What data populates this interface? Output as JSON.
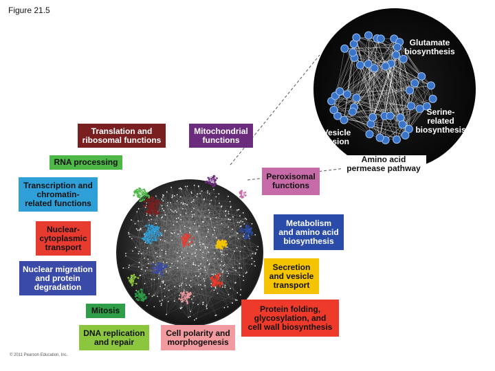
{
  "figure_title": "Figure 21.5",
  "copyright": "© 2011 Pearson Education, Inc.",
  "colors": {
    "translation": "#7a1f1f",
    "mitochondrial": "#6b2c7e",
    "rna_processing": "#4db848",
    "transcription": "#2f9fd8",
    "nuclear_cytoplasmic": "#e83b30",
    "nuclear_migration": "#3a4aa8",
    "mitosis": "#2e9e48",
    "dna_replication": "#8cc63f",
    "cell_polarity": "#f19a9f",
    "peroxisomal": "#c76ba8",
    "metabolism": "#2a4ca8",
    "secretion": "#f5c400",
    "protein_folding": "#ee3a2a",
    "network_dark": "#111111",
    "node_blue": "#3a74c9"
  },
  "labels": {
    "translation": "Translation and ribosomal functions",
    "mitochondrial": "Mitochondrial functions",
    "rna_processing": "RNA processing",
    "transcription": "Transcription and chromatin-\nrelated functions",
    "nuclear_cytoplasmic": "Nuclear-\ncytoplasmic\ntransport",
    "nuclear_migration": "Nuclear migration\nand protein\ndegradation",
    "mitosis": "Mitosis",
    "dna_replication": "DNA replication\nand repair",
    "cell_polarity": "Cell polarity and\nmorphogenesis",
    "peroxisomal": "Peroxisomal\nfunctions",
    "metabolism": "Metabolism\nand amino acid\nbiosynthesis",
    "secretion": "Secretion\nand vesicle\ntransport",
    "protein_folding": "Protein folding,\nglycosylation, and\ncell wall biosynthesis",
    "glutamate": "Glutamate\nbiosynthesis",
    "serine": "Serine-\nrelated\nbiosynthesis",
    "vesicle_fusion": "Vesicle\nfusion",
    "amino_acid_permease": "Amino acid\npermease pathway"
  }
}
